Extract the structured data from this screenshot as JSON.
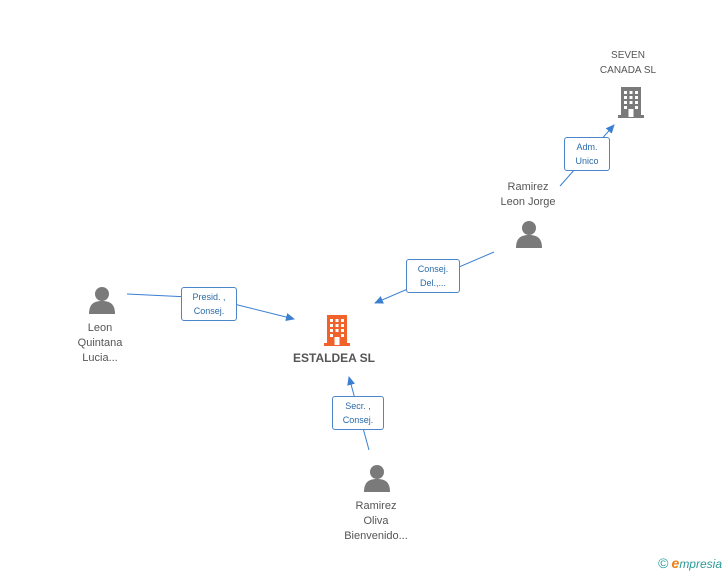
{
  "center": {
    "name": "ESTALDEA SL",
    "color": "#f0622a"
  },
  "company": {
    "name": "SEVEN\nCANADA SL"
  },
  "people": {
    "ramirez_leon": "Ramirez\nLeon Jorge",
    "leon_quintana": "Leon\nQuintana\nLucia...",
    "ramirez_oliva": "Ramirez\nOliva\nBienvenido..."
  },
  "relations": {
    "adm_unico": "Adm.\nUnico",
    "consej_del": "Consej.\nDel.,...",
    "presid_consej": "Presid. ,\nConsej.",
    "secr_consej": "Secr. ,\nConsej."
  },
  "footer": {
    "copyright": "©",
    "brand_e": "e",
    "brand": "mpresia"
  },
  "colors": {
    "edge": "#3a7fd0",
    "icon": "#7a7a7a"
  },
  "icons": {
    "person": "person-icon",
    "building": "building-icon"
  }
}
